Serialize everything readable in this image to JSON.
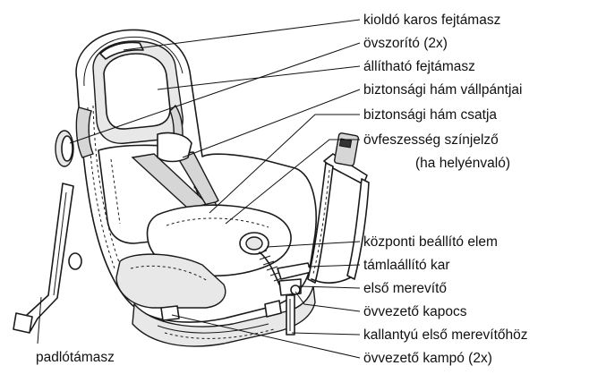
{
  "labels": {
    "headrest_release_lever": "kioldó karos fejtámasz",
    "belt_tensioner": "övszorító (2x)",
    "adjustable_headrest": "állítható fejtámasz",
    "harness_shoulder_straps": "biztonsági hám vállpántjai",
    "harness_buckle": "biztonsági hám csatja",
    "belt_tension_indicator": "övfeszesség színjelző",
    "belt_tension_indicator_note": "(ha helyénvaló)",
    "central_adjuster": "központi beállító elem",
    "recline_lever": "támlaállító kar",
    "front_brace": "első merevítő",
    "belt_guide_clip": "övvezető kapocs",
    "front_brace_handle": "kallantyú első merevítőhöz",
    "belt_guide_hook": "övvezető kampó (2x)",
    "floor_support": "padlótámasz"
  }
}
